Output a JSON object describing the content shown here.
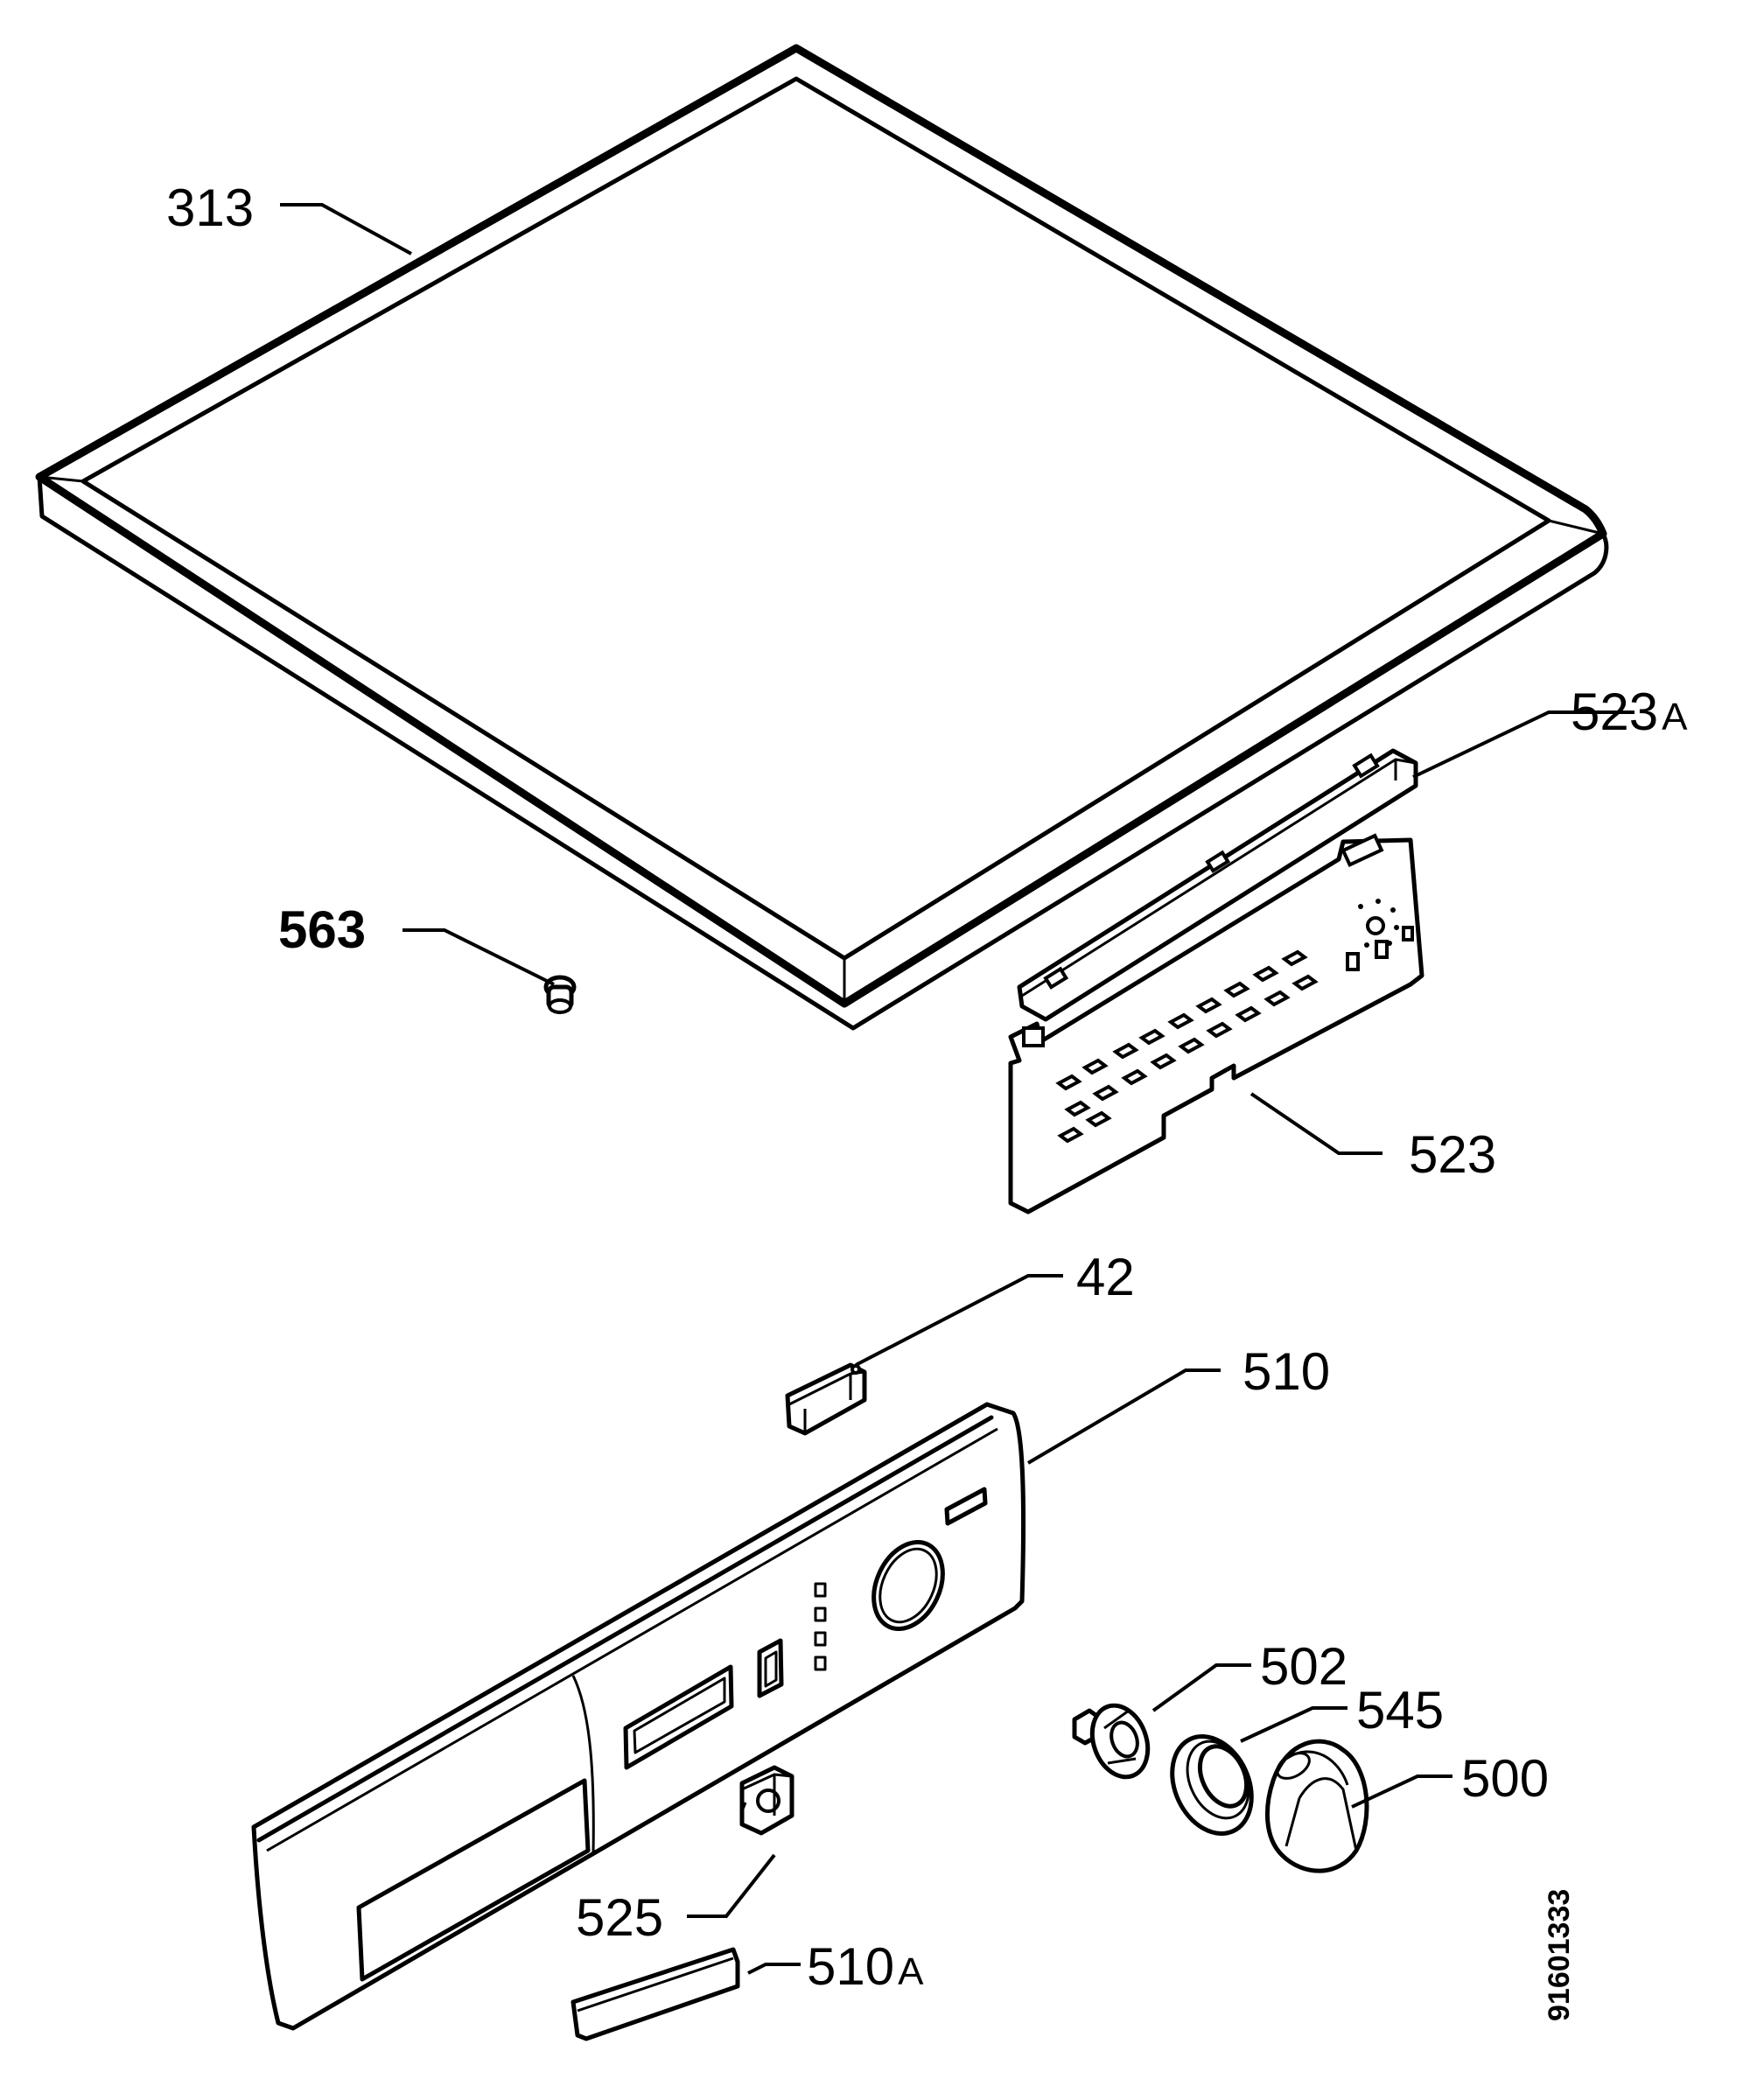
{
  "labels": {
    "p313": "313",
    "p523a_num": "523",
    "p523a_suffix": "A",
    "p563": "563",
    "p523": "523",
    "p42": "42",
    "p510": "510",
    "p502": "502",
    "p545": "545",
    "p500": "500",
    "p525": "525",
    "p510a_num": "510",
    "p510a_suffix": "A"
  },
  "doc_number": "91601333"
}
